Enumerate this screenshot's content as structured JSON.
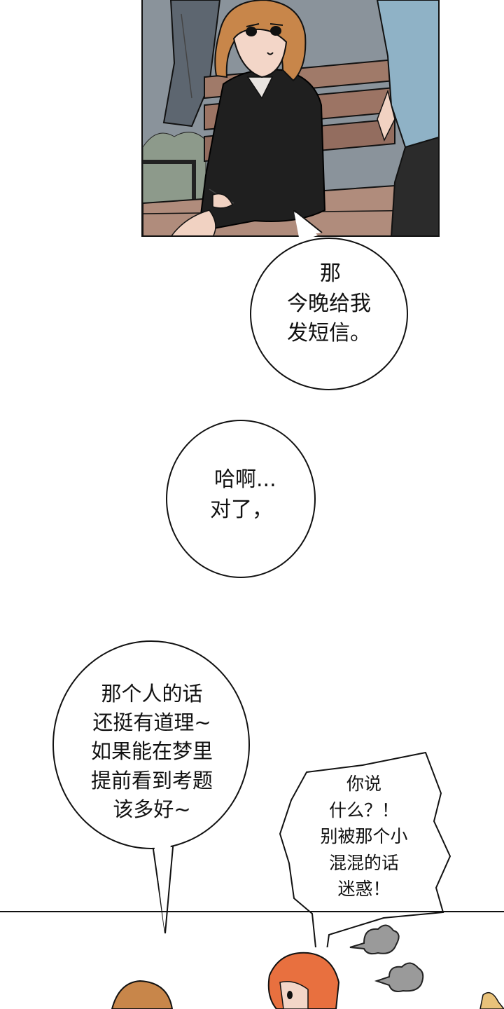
{
  "bubbles": {
    "bubble1": {
      "lines": [
        "那",
        "今晚给我",
        "发短信。"
      ]
    },
    "bubble2": {
      "lines": [
        "哈啊...",
        "对了，"
      ]
    },
    "bubble3": {
      "lines": [
        "那个人的话",
        "还挺有道理~",
        "如果能在梦里",
        "提前看到考题",
        "该多好~"
      ]
    },
    "bubble4": {
      "lines": [
        "你说",
        "什么？！",
        "别被那个小",
        "混混的话",
        "迷惑！"
      ]
    }
  },
  "icons": [
    "bench",
    "tree-trunk",
    "girl-in-black-hoodie",
    "man-blue-shirt",
    "smoke-puff",
    "girl-head",
    "redhead-boy-head"
  ],
  "colors": {
    "ink": "#111111",
    "hair_brown": "#c8864a",
    "hair_red": "#e8703f",
    "hoodie": "#1f1f1f",
    "shirt_blue": "#8fb2c6",
    "bench_wood": "#9c7464",
    "smoke": "#9a9a9a"
  }
}
